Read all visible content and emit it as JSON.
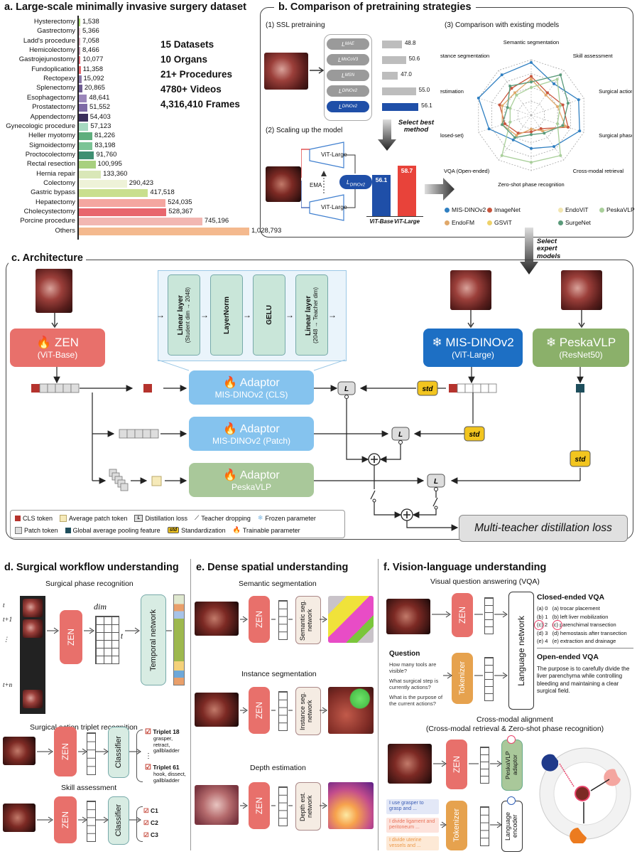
{
  "panel_a": {
    "title": "a. Large-scale minimally invasive surgery dataset",
    "stats": [
      {
        "num": "15",
        "label": "Datasets"
      },
      {
        "num": "10",
        "label": "Organs"
      },
      {
        "num": "21+",
        "label": "Procedures"
      },
      {
        "num": "4780+",
        "label": "Videos"
      },
      {
        "num": "4,316,410",
        "label": "Frames"
      }
    ]
  },
  "chart_data": {
    "type": "bar",
    "orientation": "horizontal",
    "categories": [
      "Hysterectomy",
      "Gastrectomy",
      "Ladd's procedure",
      "Hemicolectomy",
      "Gastrojejunostomy",
      "Fundoplication",
      "Rectopexy",
      "Splenectomy",
      "Esophagectomy",
      "Prostatectomy",
      "Appendectomy",
      "Gynecologic procedure",
      "Heller myotomy",
      "Sigmoidectomy",
      "Proctocolectomy",
      "Rectal resection",
      "Hernia repair",
      "Colectomy",
      "Gastric bypass",
      "Hepatectomy",
      "Cholecystectomy",
      "Porcine procedure",
      "Others"
    ],
    "values": [
      1538,
      5366,
      7058,
      8466,
      10077,
      11358,
      15092,
      20865,
      48641,
      51552,
      54403,
      57123,
      81226,
      83198,
      91760,
      100995,
      133360,
      290423,
      417518,
      524035,
      528367,
      745196,
      1028793
    ],
    "value_labels": [
      "1,538",
      "5,366",
      "7,058",
      "8,466",
      "10,077",
      "11,358",
      "15,092",
      "20,865",
      "48,641",
      "51,552",
      "54,403",
      "57,123",
      "81,226",
      "83,198",
      "91,760",
      "100,995",
      "133,360",
      "290,423",
      "417,518",
      "524,035",
      "528,367",
      "745,196",
      "1,028,793"
    ],
    "colors": [
      "#a8d672",
      "#e9c9d4",
      "#dcb1bf",
      "#c69aae",
      "#e2737f",
      "#e86a6f",
      "#8d7aa8",
      "#6f5d92",
      "#9b86bb",
      "#7e6aa6",
      "#3b2f5c",
      "#a7d9c1",
      "#5fae7d",
      "#7bc495",
      "#3f8f72",
      "#a8d07f",
      "#d9e7b8",
      "#eef2d8",
      "#c9df8d",
      "#f4a6a0",
      "#e8676e",
      "#f2b7b2",
      "#f4b98e"
    ],
    "xlim": [
      0,
      1028793
    ]
  },
  "panel_b": {
    "title": "b. Comparison of pretraining strategies",
    "ssl_label": "(1) SSL pretraining",
    "losses": [
      "L_MAE",
      "L_MoCoV3",
      "L_MSN",
      "L_DINOv2",
      "L_DINOv2"
    ],
    "loss_subs": [
      "MAE",
      "MoCoV3",
      "MSN",
      "DINOv2",
      "DINOv2"
    ],
    "loss_vals": [
      48.8,
      50.6,
      47.0,
      55.0,
      56.1
    ],
    "loss_val_labels": [
      "48.8",
      "50.6",
      "47.0",
      "55.0",
      "56.1"
    ],
    "select_best": "Select best method",
    "scaling_label": "(2) Scaling up the model",
    "vit_large": "ViT-Large",
    "ema": "EMA",
    "scale_vals": [
      56.1,
      58.7
    ],
    "scale_val_labels": [
      "56.1",
      "58.7"
    ],
    "scale_cats": [
      "ViT-Base",
      "ViT-Large"
    ],
    "comparison_label": "(3) Comparison with existing models",
    "radar_axes": [
      "Semantic segmentation",
      "Skill assessment",
      "Surgical action triplet recognition",
      "Surgical phase recognition",
      "Cross-modal retrieval",
      "Zero-shot phase recognition",
      "VQA (Open-ended)",
      "VQA (Closed-set)",
      "Depth estimation",
      "Instance segmentation"
    ],
    "legend": [
      {
        "name": "MIS-DINOv2",
        "color": "#2f7fc1"
      },
      {
        "name": "ImageNet",
        "color": "#c8553d"
      },
      {
        "name": "EndoViT",
        "color": "#f2e6b0"
      },
      {
        "name": "PeskaVLP",
        "color": "#a9cf9a"
      },
      {
        "name": "EndoFM",
        "color": "#e0a86a"
      },
      {
        "name": "GSViT",
        "color": "#eed26a"
      },
      {
        "name": "SurgeNet",
        "color": "#5a9a7a"
      }
    ],
    "select_expert": "Select expert models"
  },
  "panel_c": {
    "title": "c. Architecture",
    "zen": "ZEN",
    "zen_sub": "(ViT-Base)",
    "mis_title": "MIS-DINOv2",
    "mis_sub": "(ViT-Large)",
    "peska_title": "PeskaVLP",
    "peska_sub": "(ResNet50)",
    "adaptor_layers": [
      {
        "title": "Linear layer",
        "sub": "(Student dim → 2048)"
      },
      {
        "title": "LayerNorm",
        "sub": ""
      },
      {
        "title": "GELU",
        "sub": ""
      },
      {
        "title": "Linear layer",
        "sub": "(2048 → Teacher dim)"
      }
    ],
    "adaptors": [
      {
        "title": "Adaptor",
        "sub": "MIS-DINOv2 (CLS)"
      },
      {
        "title": "Adaptor",
        "sub": "MIS-DINOv2 (Patch)"
      },
      {
        "title": "Adaptor",
        "sub": "PeskaVLP"
      }
    ],
    "std": "std",
    "L": "L",
    "multi_loss": "Multi-teacher distillation loss",
    "legend": [
      "CLS token",
      "Average patch token",
      "Distillation loss",
      "Teacher dropping",
      "Frozen parameter",
      "Patch token",
      "Global average pooling feature",
      "Standardization",
      "Trainable parameter"
    ]
  },
  "panel_d": {
    "title": "d. Surgical workflow understanding",
    "phase_title": "Surgical phase recognition",
    "t_labels": [
      "t",
      "t+1",
      "⋮",
      "t+n"
    ],
    "dim": "dim",
    "t": "t",
    "temporal": "Temporal network",
    "zen": "ZEN",
    "triplet_title": "Surgical action triplet recognition",
    "classifier": "Classifier",
    "triplet_a": "Triplet 18",
    "triplet_a_desc": "grasper, retract, gallbladder",
    "triplet_b": "Triplet 61",
    "triplet_b_desc": "hook, dissect, gallbladder",
    "skill_title": "Skill assessment",
    "skills": [
      "C1",
      "C2",
      "C3"
    ]
  },
  "panel_e": {
    "title": "e. Dense spatial understanding",
    "sem_title": "Semantic segmentation",
    "sem_net": "Semantic seg. network",
    "inst_title": "Instance segmentation",
    "inst_net": "Instance seg. network",
    "depth_title": "Depth estimation",
    "depth_net": "Depth est. network",
    "zen": "ZEN"
  },
  "panel_f": {
    "title": "f. Vision-language understanding",
    "vqa_title": "Visual question answering (VQA)",
    "zen": "ZEN",
    "tokenizer": "Tokenizer",
    "lang_net": "Language network",
    "question": "Question",
    "questions": [
      "How many tools are visible?",
      "What surgical step is currently actions?",
      "What is the purpose of the current actions?"
    ],
    "closed_title": "Closed-ended VQA",
    "closed_opts": [
      "(a) 0   (a) trocar placement",
      "(b) 1   (b) left liver mobilization",
      "(c) 2   (c) parenchimal transection",
      "(d) 3   (d) hemostasis after transection",
      "(e) 4   (e) extraction and drainage"
    ],
    "open_title": "Open-ended VQA",
    "open_text": "The purpose is to carefully divide the liver parenchyma while controlling bleeding and maintaining a clear surgical field.",
    "cm_title": "Cross-modal alignment",
    "cm_sub": "(Cross-modal retrieval & Zero-shot phase recognition)",
    "peska_adaptor": "PeskaVLP adaptor",
    "lang_encoder": "Language encoder",
    "texts": [
      "I use grasper to grasp and ...",
      "I divide ligament and peritoneum ...",
      "I divide uterine vessels and ..."
    ]
  }
}
